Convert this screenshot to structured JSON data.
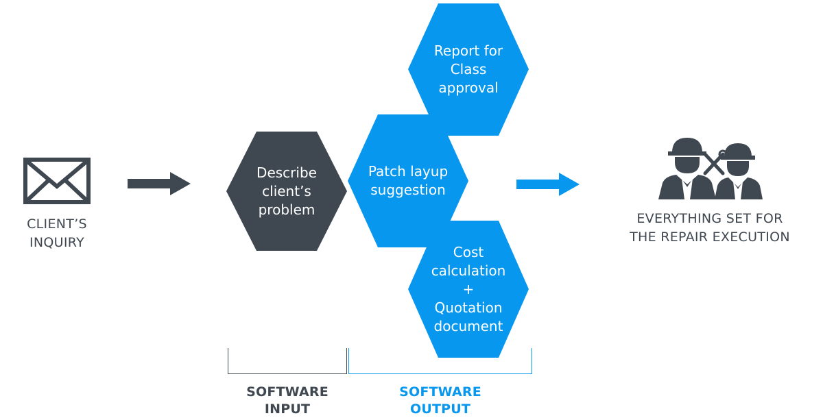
{
  "colors": {
    "dark": "#3f4750",
    "blue": "#0797ee",
    "text_on_hex": "#ffffff"
  },
  "diagram": {
    "inquiry": {
      "icon": "envelope-icon",
      "label": "CLIENT’S\nINQUIRY"
    },
    "hexagons": {
      "input": {
        "text": "Describe\nclient’s\nproblem"
      },
      "patch": {
        "text": "Patch layup\nsuggestion"
      },
      "report": {
        "text": "Report for\nClass\napproval"
      },
      "cost": {
        "text": "Cost\ncalculation\n+\nQuotation\ndocument"
      }
    },
    "outcome": {
      "icon": "repair-workers-icon",
      "label": "EVERYTHING SET FOR\nTHE REPAIR EXECUTION"
    },
    "brackets": {
      "input_label": "SOFTWARE\nINPUT",
      "output_label": "SOFTWARE\nOUTPUT"
    }
  }
}
